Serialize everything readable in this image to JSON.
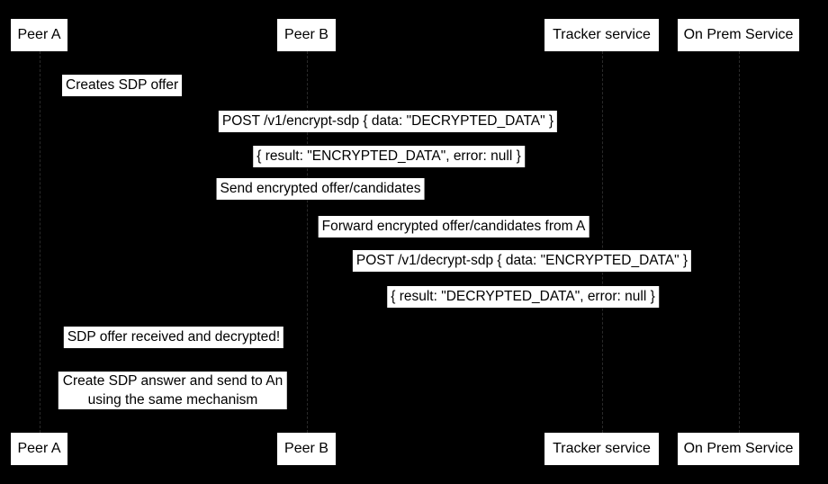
{
  "colors": {
    "background": "#000000",
    "box_fill": "#ffffff",
    "box_text": "#000000",
    "lifeline": "#2a2a2a"
  },
  "participants": [
    {
      "label": "Peer A"
    },
    {
      "label": "Peer B"
    },
    {
      "label": "Tracker service"
    },
    {
      "label": "On Prem Service"
    }
  ],
  "messages": [
    {
      "text": "Creates SDP offer"
    },
    {
      "text": "POST /v1/encrypt-sdp { data: \"DECRYPTED_DATA\" }"
    },
    {
      "text": "{ result: \"ENCRYPTED_DATA\", error: null }"
    },
    {
      "text": "Send encrypted offer/candidates"
    },
    {
      "text": "Forward encrypted offer/candidates from A"
    },
    {
      "text": "POST /v1/decrypt-sdp { data: \"ENCRYPTED_DATA\" }"
    },
    {
      "text": "{ result: \"DECRYPTED_DATA\", error: null }"
    },
    {
      "text": "SDP offer received and decrypted!"
    }
  ],
  "note": {
    "line1": "Create SDP answer and send to An",
    "line2": "using the same mechanism"
  }
}
